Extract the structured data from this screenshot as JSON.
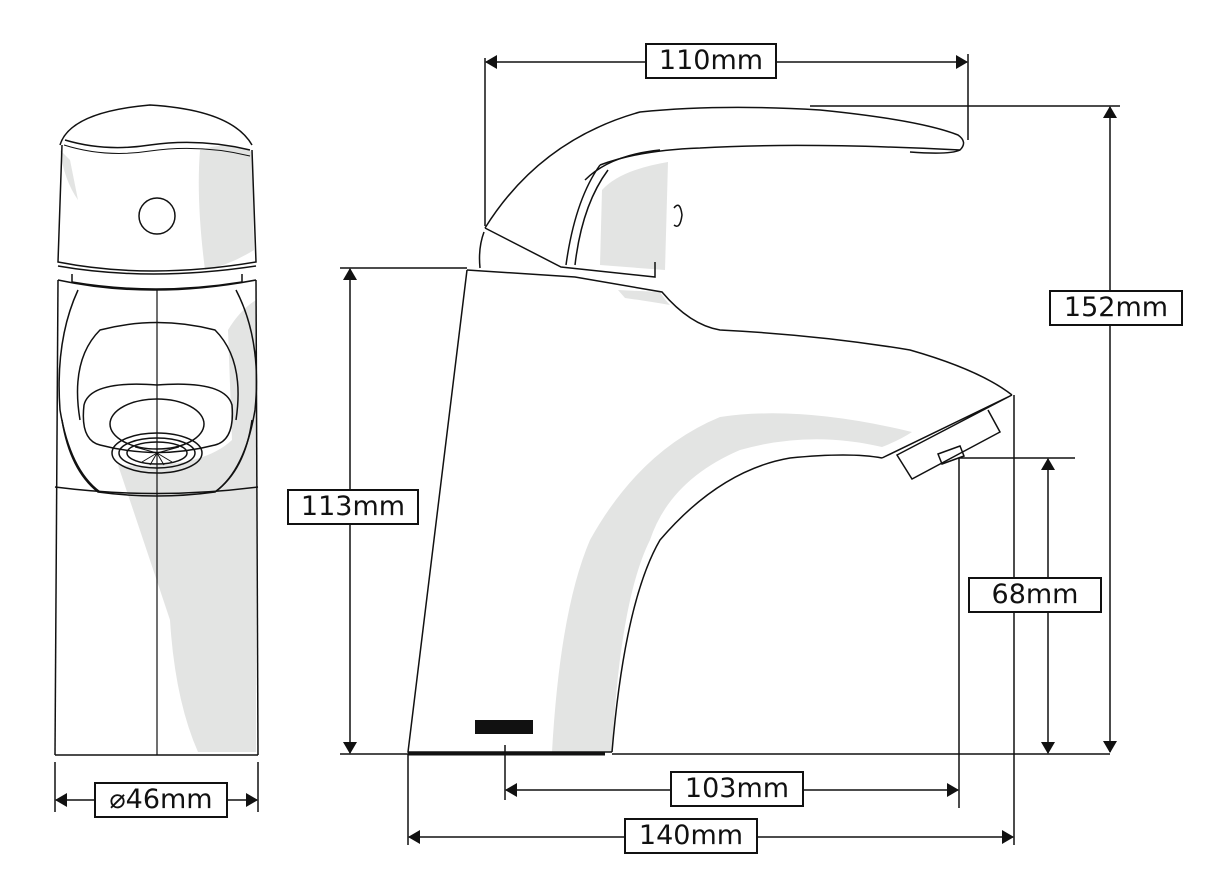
{
  "figure": {
    "subject": "Single-lever basin mixer tap — technical dimension drawing",
    "views": [
      {
        "name": "front-view",
        "description": "Front elevation showing lever head with cap button and aerator"
      },
      {
        "name": "side-view",
        "description": "Side elevation showing lever, body and curved spout"
      }
    ]
  },
  "dimensions": {
    "lever_length": {
      "label": "110mm",
      "value_mm": 110,
      "orientation": "horizontal"
    },
    "total_height": {
      "label": "152mm",
      "value_mm": 152,
      "orientation": "vertical"
    },
    "body_height": {
      "label": "113mm",
      "value_mm": 113,
      "orientation": "vertical"
    },
    "spout_height": {
      "label": "68mm",
      "value_mm": 68,
      "orientation": "vertical"
    },
    "spout_reach": {
      "label": "103mm",
      "value_mm": 103,
      "orientation": "horizontal"
    },
    "total_depth": {
      "label": "140mm",
      "value_mm": 140,
      "orientation": "horizontal"
    },
    "base_diameter": {
      "label": "⌀46mm",
      "value_mm": 46,
      "orientation": "horizontal"
    }
  },
  "colors": {
    "line": "#111111",
    "shade": "#e3e4e3",
    "background": "#ffffff"
  }
}
